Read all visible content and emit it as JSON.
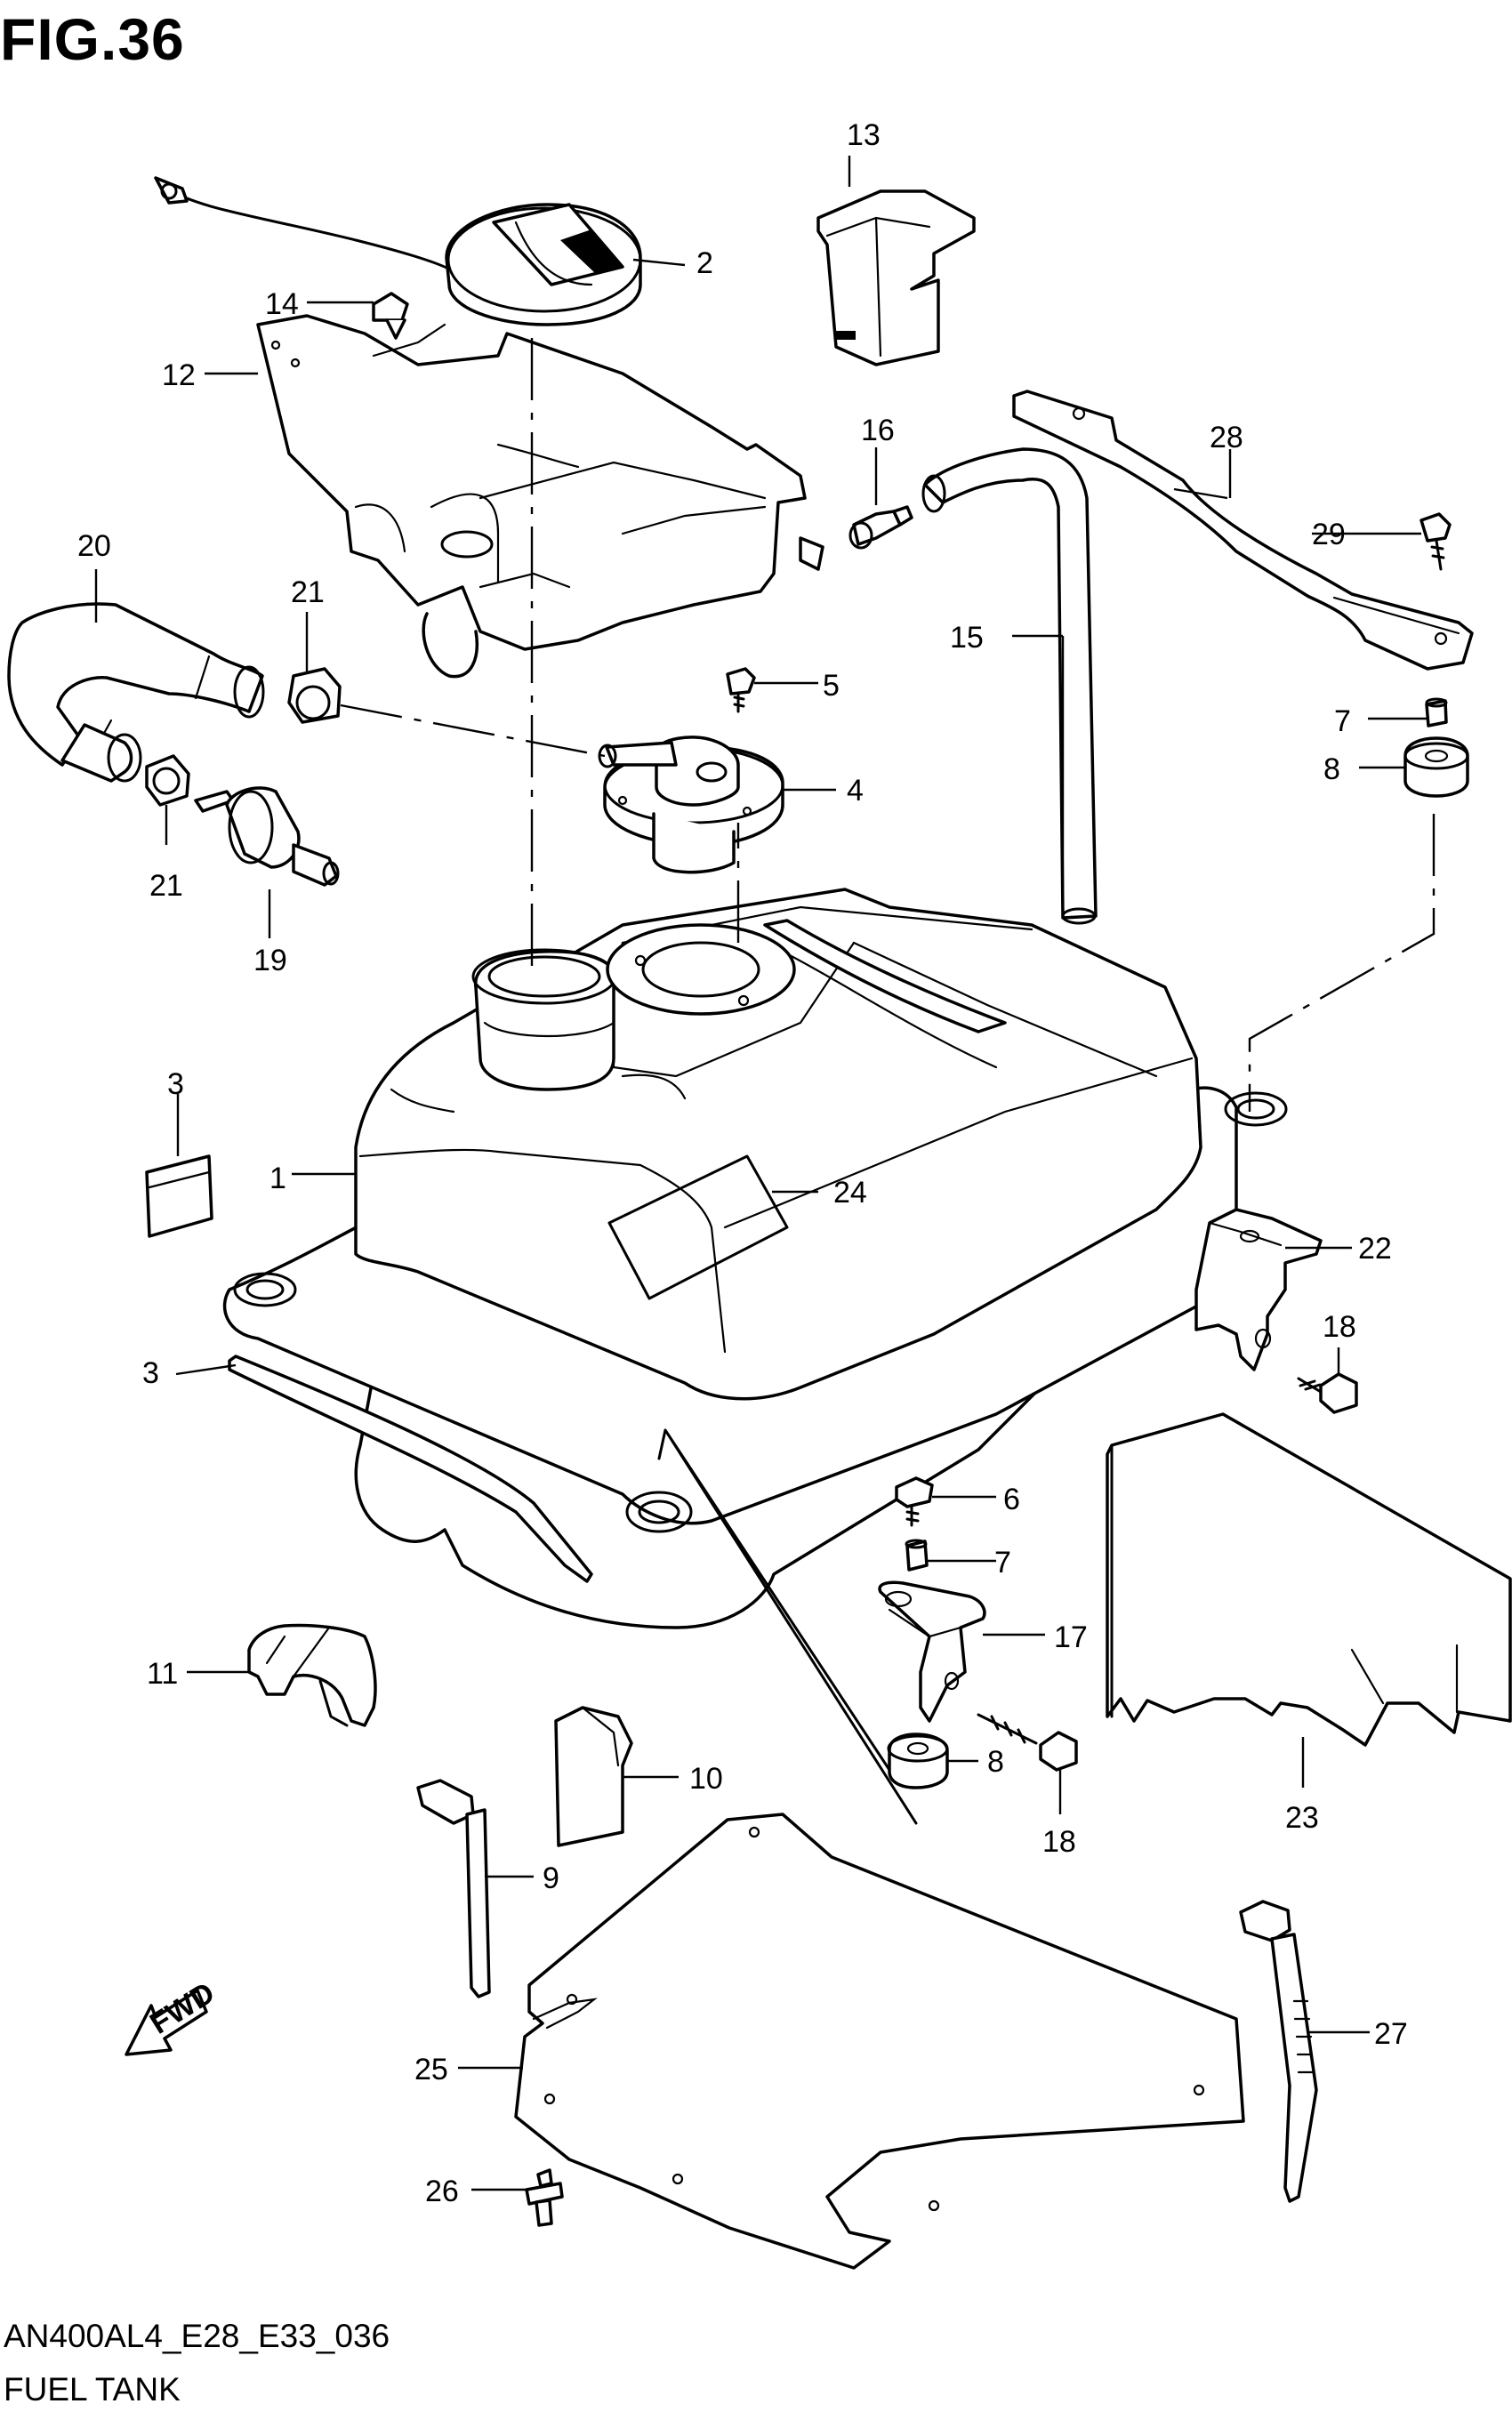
{
  "figure": {
    "title": "FIG.36"
  },
  "footer": {
    "code": "AN400AL4_E28_E33_036",
    "name": "FUEL TANK"
  },
  "fwd_label": "FWD",
  "callouts": [
    "1",
    "2",
    "3",
    "3",
    "4",
    "5",
    "6",
    "7",
    "7",
    "8",
    "8",
    "9",
    "10",
    "11",
    "12",
    "13",
    "14",
    "15",
    "16",
    "17",
    "18",
    "18",
    "19",
    "20",
    "21",
    "21",
    "22",
    "23",
    "24",
    "25",
    "26",
    "27",
    "28",
    "29"
  ]
}
